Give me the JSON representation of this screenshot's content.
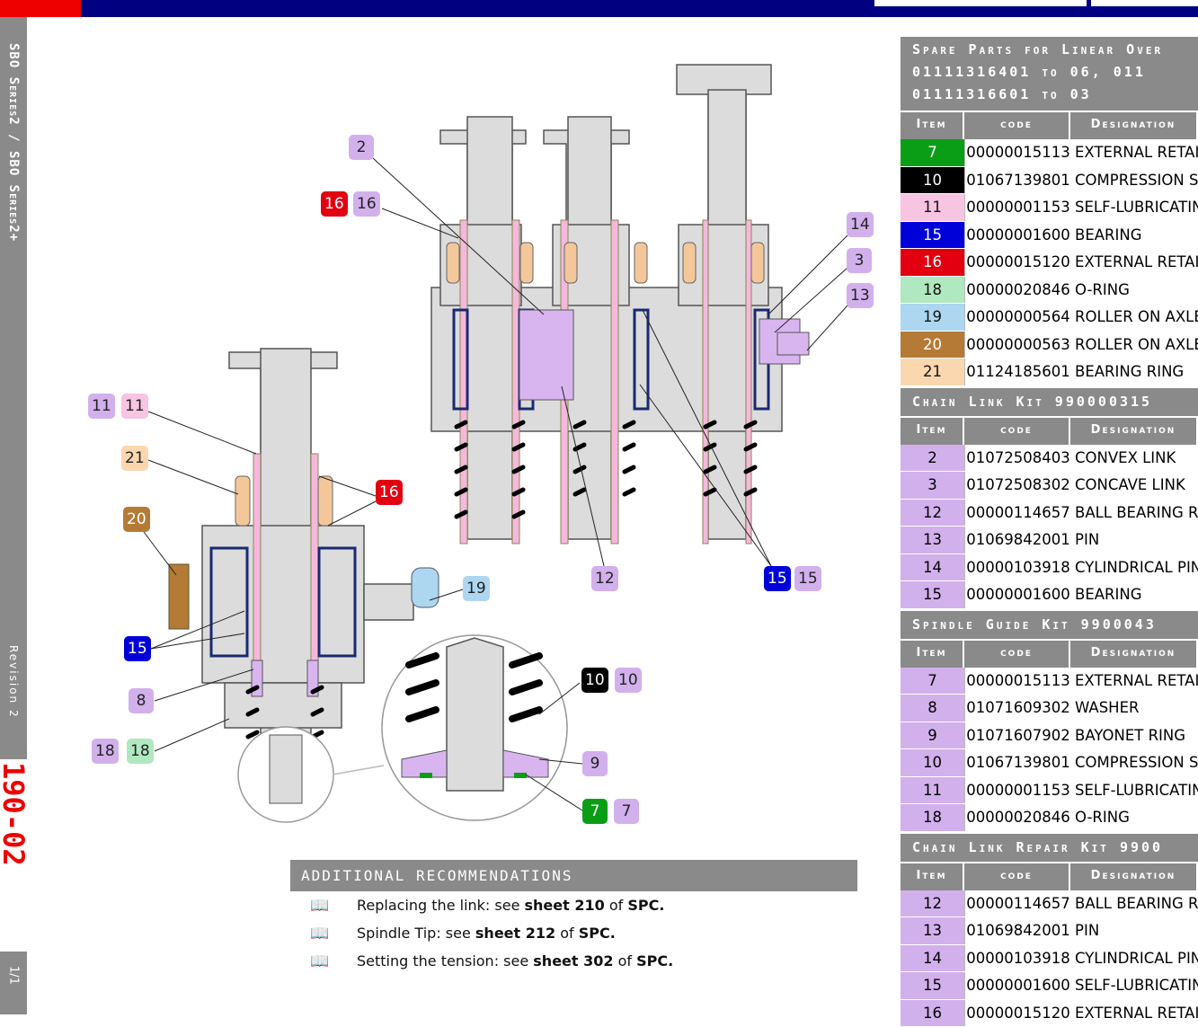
{
  "sidebar": {
    "series": "SBO Series2 / SBO Series2+",
    "revision": "Revision 2",
    "sheet": "190-02",
    "page": "1/1"
  },
  "callouts": [
    {
      "text": "2",
      "cls": "cv"
    },
    {
      "text": "16",
      "cls": "c-red"
    },
    {
      "text": "16",
      "cls": "cv"
    },
    {
      "text": "14",
      "cls": "cv"
    },
    {
      "text": "3",
      "cls": "cv"
    },
    {
      "text": "13",
      "cls": "cv"
    },
    {
      "text": "11",
      "cls": "cv"
    },
    {
      "text": "11",
      "cls": "c-pink"
    },
    {
      "text": "21",
      "cls": "c-peach"
    },
    {
      "text": "16",
      "cls": "c-red"
    },
    {
      "text": "20",
      "cls": "c-brown"
    },
    {
      "text": "19",
      "cls": "c-lblue"
    },
    {
      "text": "12",
      "cls": "cv"
    },
    {
      "text": "15",
      "cls": "c-blue"
    },
    {
      "text": "15",
      "cls": "cv"
    },
    {
      "text": "15",
      "cls": "c-blue"
    },
    {
      "text": "8",
      "cls": "cv"
    },
    {
      "text": "10",
      "cls": "c-black"
    },
    {
      "text": "10",
      "cls": "cv"
    },
    {
      "text": "18",
      "cls": "cv"
    },
    {
      "text": "18",
      "cls": "c-lgreen"
    },
    {
      "text": "9",
      "cls": "cv"
    },
    {
      "text": "7",
      "cls": "c-green"
    },
    {
      "text": "7",
      "cls": "cv"
    }
  ],
  "recommendations": {
    "title": "ADDITIONAL RECOMMENDATIONS",
    "items": [
      {
        "pre": "Replacing the link: see ",
        "bold": "sheet 210",
        "mid": " of ",
        "end": "SPC."
      },
      {
        "pre": "Spindle Tip: see ",
        "bold": "sheet 212",
        "mid": " of ",
        "end": "SPC."
      },
      {
        "pre": "Setting the tension: see ",
        "bold": "sheet 302",
        "mid": " of ",
        "end": "SPC."
      }
    ]
  },
  "parts": {
    "headers": {
      "item": "Item",
      "code": "code",
      "desc": "Designation"
    },
    "sections": [
      {
        "title": [
          "Spare Parts for Linear Over",
          "01111316401 to 06, 011",
          "01111316601 to 03"
        ],
        "rows": [
          {
            "item": "7",
            "code": "00000015113",
            "desc": "EXTERNAL RETAINING RING",
            "color": "#0a9e16",
            "text": "#fff"
          },
          {
            "item": "10",
            "code": "01067139801",
            "desc": "COMPRESSION SPRING",
            "color": "#000000",
            "text": "#fff"
          },
          {
            "item": "11",
            "code": "00000001153",
            "desc": "SELF-LUBRICATING BUSH",
            "color": "#f7c4e2",
            "text": "#111"
          },
          {
            "item": "15",
            "code": "00000001600",
            "desc": "BEARING",
            "color": "#0000d8",
            "text": "#fff"
          },
          {
            "item": "16",
            "code": "00000015120",
            "desc": "EXTERNAL RETAINING RING",
            "color": "#e20010",
            "text": "#fff"
          },
          {
            "item": "18",
            "code": "00000020846",
            "desc": "O-RING",
            "color": "#b0e8c0",
            "text": "#111"
          },
          {
            "item": "19",
            "code": "00000000564",
            "desc": "ROLLER ON AXLE",
            "color": "#add6f0",
            "text": "#111"
          },
          {
            "item": "20",
            "code": "00000000563",
            "desc": "ROLLER ON AXLE",
            "color": "#b57a35",
            "text": "#fff"
          },
          {
            "item": "21",
            "code": "01124185601",
            "desc": "BEARING RING",
            "color": "#fbd7b0",
            "text": "#111"
          }
        ]
      },
      {
        "title": [
          "Chain Link Kit 990000315"
        ],
        "rows": [
          {
            "item": "2",
            "code": "01072508403",
            "desc": "CONVEX LINK"
          },
          {
            "item": "3",
            "code": "01072508302",
            "desc": "CONCAVE LINK"
          },
          {
            "item": "12",
            "code": "00000114657",
            "desc": "BALL BEARING ROLLER"
          },
          {
            "item": "13",
            "code": "01069842001",
            "desc": "PIN"
          },
          {
            "item": "14",
            "code": "00000103918",
            "desc": "CYLINDRICAL PIN"
          },
          {
            "item": "15",
            "code": "00000001600",
            "desc": "BEARING"
          }
        ]
      },
      {
        "title": [
          "Spindle Guide Kit 9900043"
        ],
        "rows": [
          {
            "item": "7",
            "code": "00000015113",
            "desc": "EXTERNAL RETAINING RING"
          },
          {
            "item": "8",
            "code": "01071609302",
            "desc": "WASHER"
          },
          {
            "item": "9",
            "code": "01071607902",
            "desc": "BAYONET RING"
          },
          {
            "item": "10",
            "code": "01067139801",
            "desc": "COMPRESSION SPRING"
          },
          {
            "item": "11",
            "code": "00000001153",
            "desc": "SELF-LUBRICATING BUSH"
          },
          {
            "item": "18",
            "code": "00000020846",
            "desc": "O-RING"
          }
        ]
      },
      {
        "title": [
          "Chain Link Repair Kit 9900"
        ],
        "rows": [
          {
            "item": "12",
            "code": "00000114657",
            "desc": "BALL BEARING ROLLER"
          },
          {
            "item": "13",
            "code": "01069842001",
            "desc": "PIN"
          },
          {
            "item": "14",
            "code": "00000103918",
            "desc": "CYLINDRICAL PIN"
          },
          {
            "item": "15",
            "code": "00000001600",
            "desc": "SELF-LUBRICATING BUSH"
          },
          {
            "item": "16",
            "code": "00000015120",
            "desc": "EXTERNAL RETAINING RING"
          }
        ]
      }
    ]
  }
}
